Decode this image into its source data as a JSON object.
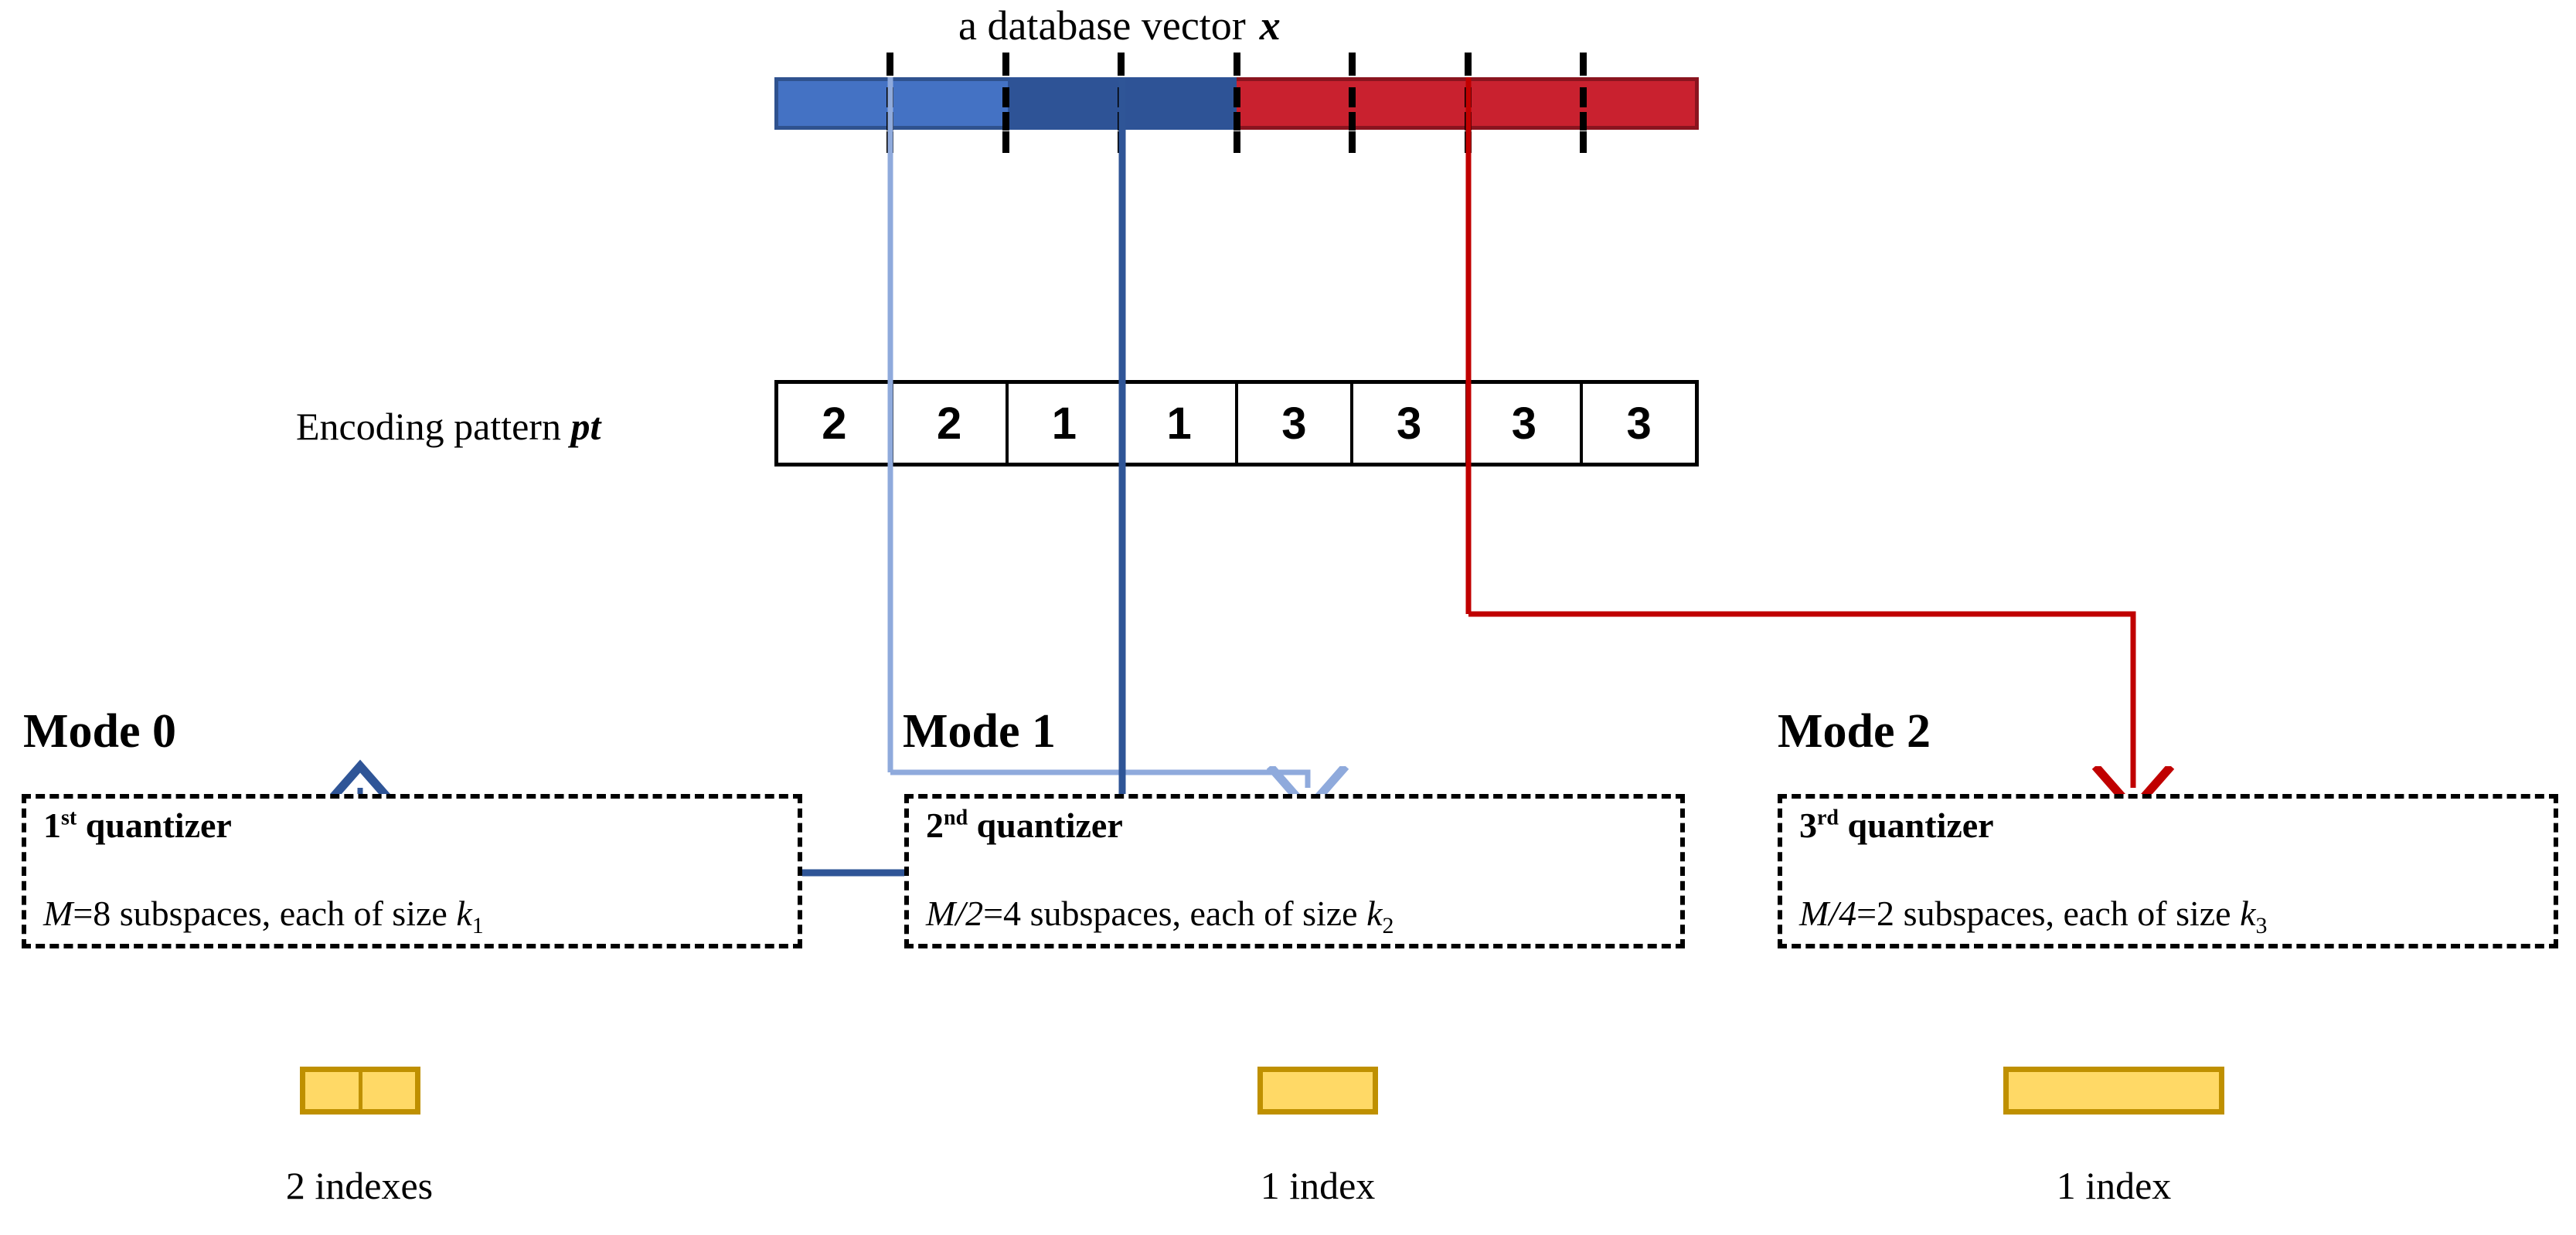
{
  "vector": {
    "title_text": "a database vector",
    "title_symbol": "x",
    "segments": [
      {
        "name": "light-blue-segment",
        "color": "#4472c4",
        "subspaces": 2
      },
      {
        "name": "dark-blue-segment",
        "color": "#2e5396",
        "subspaces": 2
      },
      {
        "name": "red-segment",
        "color": "#c9212f",
        "subspaces": 4
      }
    ],
    "total_subspaces": 8,
    "tick_count": 7
  },
  "pattern": {
    "label_text": "Encoding pattern",
    "label_symbol": "pt",
    "values": [
      "2",
      "2",
      "1",
      "1",
      "3",
      "3",
      "3",
      "3"
    ]
  },
  "modes": [
    {
      "title": "Mode 0",
      "quantizer_ordinal": "1",
      "quantizer_suffix": "st",
      "quantizer_word": "quantizer",
      "subspace_expr": "M",
      "subspace_count": "=8",
      "subspace_text": " subspaces, each of size ",
      "size_symbol": "k",
      "size_sub": "1",
      "index_cells": 2,
      "index_caption": "2 indexes",
      "wire_color": "#2f5597"
    },
    {
      "title": "Mode 1",
      "quantizer_ordinal": "2",
      "quantizer_suffix": "nd",
      "quantizer_word": "quantizer",
      "subspace_expr": "M/2",
      "subspace_count": "=4",
      "subspace_text": " subspaces, each of size ",
      "size_symbol": "k",
      "size_sub": "2",
      "index_cells": 1,
      "index_caption": "1 index",
      "wire_color": "#8faadc"
    },
    {
      "title": "Mode 2",
      "quantizer_ordinal": "3",
      "quantizer_suffix": "rd",
      "quantizer_word": "quantizer",
      "subspace_expr": "M/4",
      "subspace_count": "=2",
      "subspace_text": " subspaces, each of size ",
      "size_symbol": "k",
      "size_sub": "3",
      "index_cells": 1,
      "index_caption": "1 index",
      "wire_color": "#c00000"
    }
  ],
  "colors": {
    "light_blue": "#8faadc",
    "mid_blue": "#4472c4",
    "dark_blue": "#2f5597",
    "red": "#c00000",
    "yellow_fill": "#ffd966",
    "yellow_stroke": "#bf9000",
    "black": "#000000"
  }
}
